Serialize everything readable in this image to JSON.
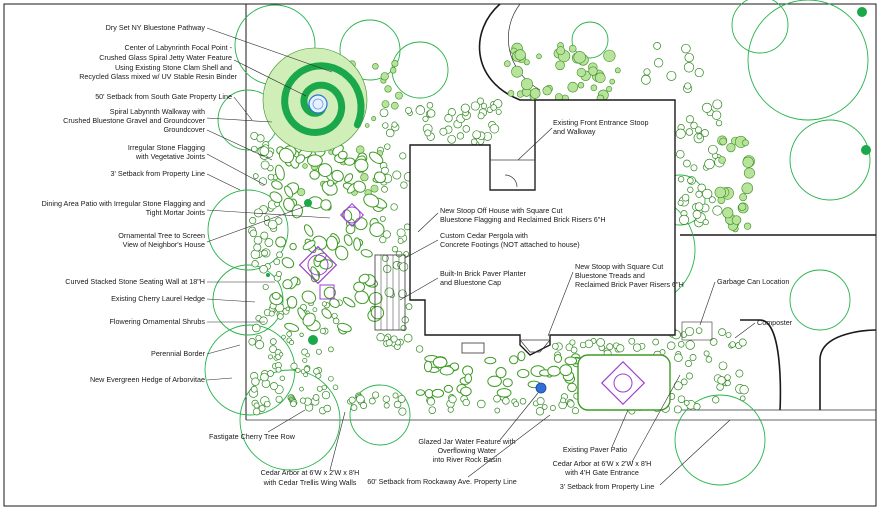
{
  "labels": {
    "pathway": "Dry Set NY Bluestone Pathway",
    "labyrinth_1": "Center of Labynrinth Focal Point -",
    "labyrinth_2": "Crushed Glass Spiral Jetty Water Feature",
    "labyrinth_3": "Using Existing Stone Clam Shell and",
    "labyrinth_4": "Recycled Glass mixed w/ UV Stable Resin Binder",
    "setback_south": "50' Setback from South Gate Property Line",
    "spiral_1": "Spiral Labynnth Walkway with",
    "spiral_2": "Crushed Bluestone Gravel and Groundcover",
    "groundcover": "Groundcover",
    "flagging_1": "Irregular Stone Flagging",
    "flagging_2": "with Vegetative Joints",
    "setback_3_left": "3' Setback from Property Line",
    "dining_1": "Dining Area Patio with Irregular Stone Flagging and",
    "dining_2": "Tight Mortar Joints",
    "ornamental_tree_1": "Ornamental Tree to Screen",
    "ornamental_tree_2": "View of Neighbor's House",
    "seating_wall": "Curved Stacked Stone Seating Wall at 18\"H",
    "cherry_laurel": "Existing Cherry Laurel Hedge",
    "flowering": "Flowering Ornamental Shrubs",
    "perennial": "Perennial Border",
    "evergreen": "New Evergreen Hedge of Arborvitae",
    "fastigate": "Fastigate Cherry Tree Row",
    "arbor_left_1": "Cedar Arbor at 6'W x 2'W x 8'H",
    "arbor_left_2": "with Cedar Trellis Wing Walls",
    "glazed_1": "Glazed Jar Water Feature with",
    "glazed_2": "Overflowing Water",
    "glazed_3": "into River Rock Basin",
    "setback_rockaway": "60' Setback from Rockaway Ave. Property Line",
    "paver_patio": "Existing Paver Patio",
    "arbor_right_1": "Cedar Arbor at 6'W x 2'W x 8'H",
    "arbor_right_2": "with 4'H Gate Entrance",
    "setback_3_right": "3' Setback from Property Line",
    "front_entrance_1": "Existing Front Entrance Stoop",
    "front_entrance_2": "and Walkway",
    "stoop_off_1": "New Stoop Off House with Square Cut",
    "stoop_off_2": "Bluestone Flagging and Reclaimed Brick Risers 6\"H",
    "pergola_1": "Custom Cedar Pergola with",
    "pergola_2": "Concrete Footings (NOT attached to house)",
    "planter_1": "Built-In Brick Paver Planter",
    "planter_2": "and Bluestone Cap",
    "stoop_sq_1": "New Stoop with Square Cut",
    "stoop_sq_2": "Bluestone Treads and",
    "stoop_sq_3": "Reclaimed Brick Paver Risers 6\"H",
    "garbage": "Garbage Can Location",
    "composter": "Composter"
  },
  "colors": {
    "plant_outline": "#27b34a",
    "shrub_fill": "#b8e39a",
    "labyrinth_green": "#1aa84a",
    "water_blue": "#2e6fd8",
    "patio_purple": "#9b3fd0",
    "line": "#1a1a1a"
  }
}
